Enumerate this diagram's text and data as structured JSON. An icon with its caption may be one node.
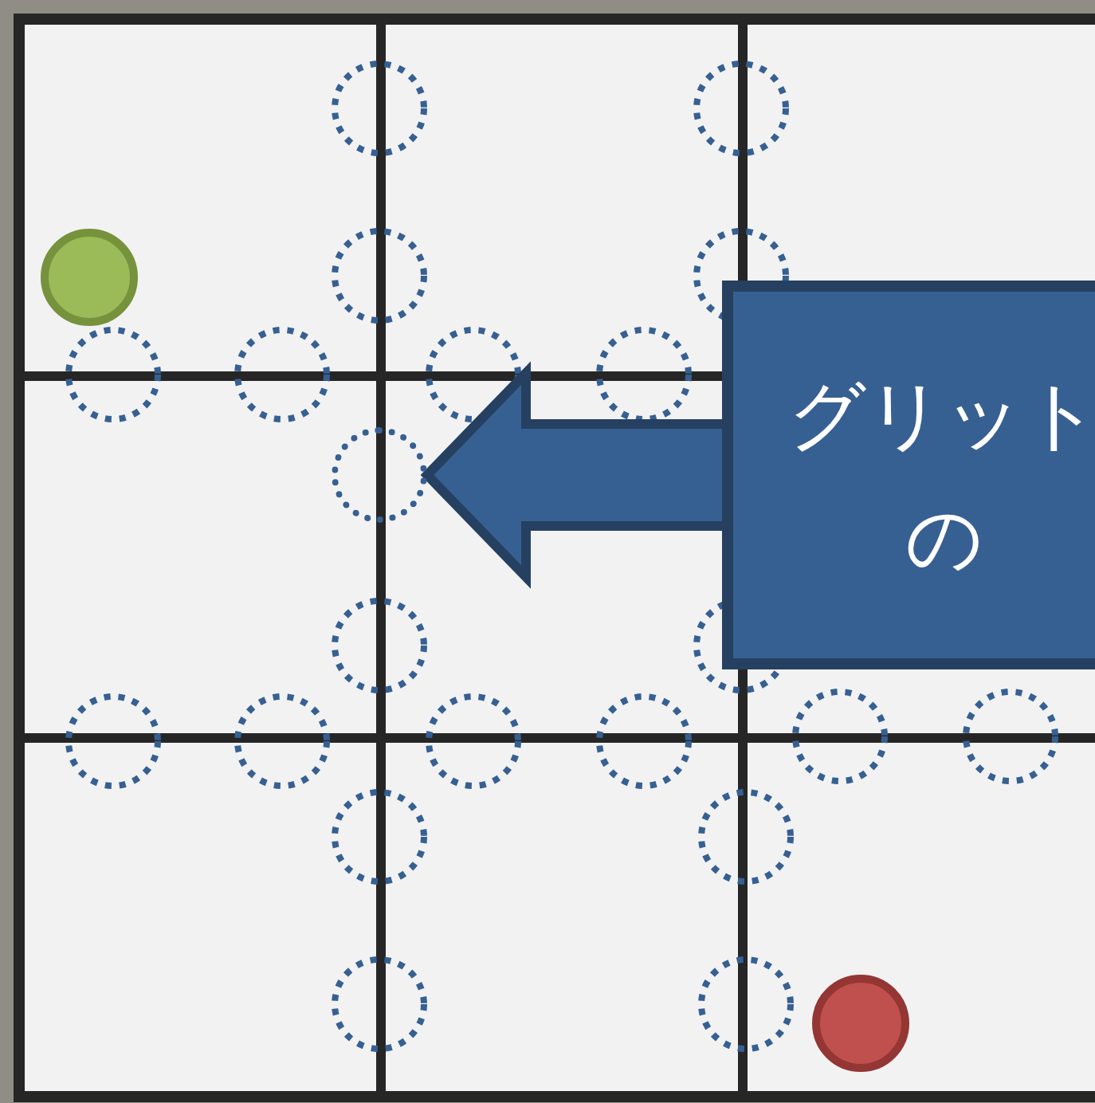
{
  "diagram": {
    "nodes": [
      {
        "text": [
          "グリットの"
        ]
      },
      {
        "text": [],
        "shape": "circle"
      }
    ],
    "edges": [
      {
        "from": 0,
        "to": 1,
        "arrow": "to",
        "style": "thick"
      }
    ]
  }
}
